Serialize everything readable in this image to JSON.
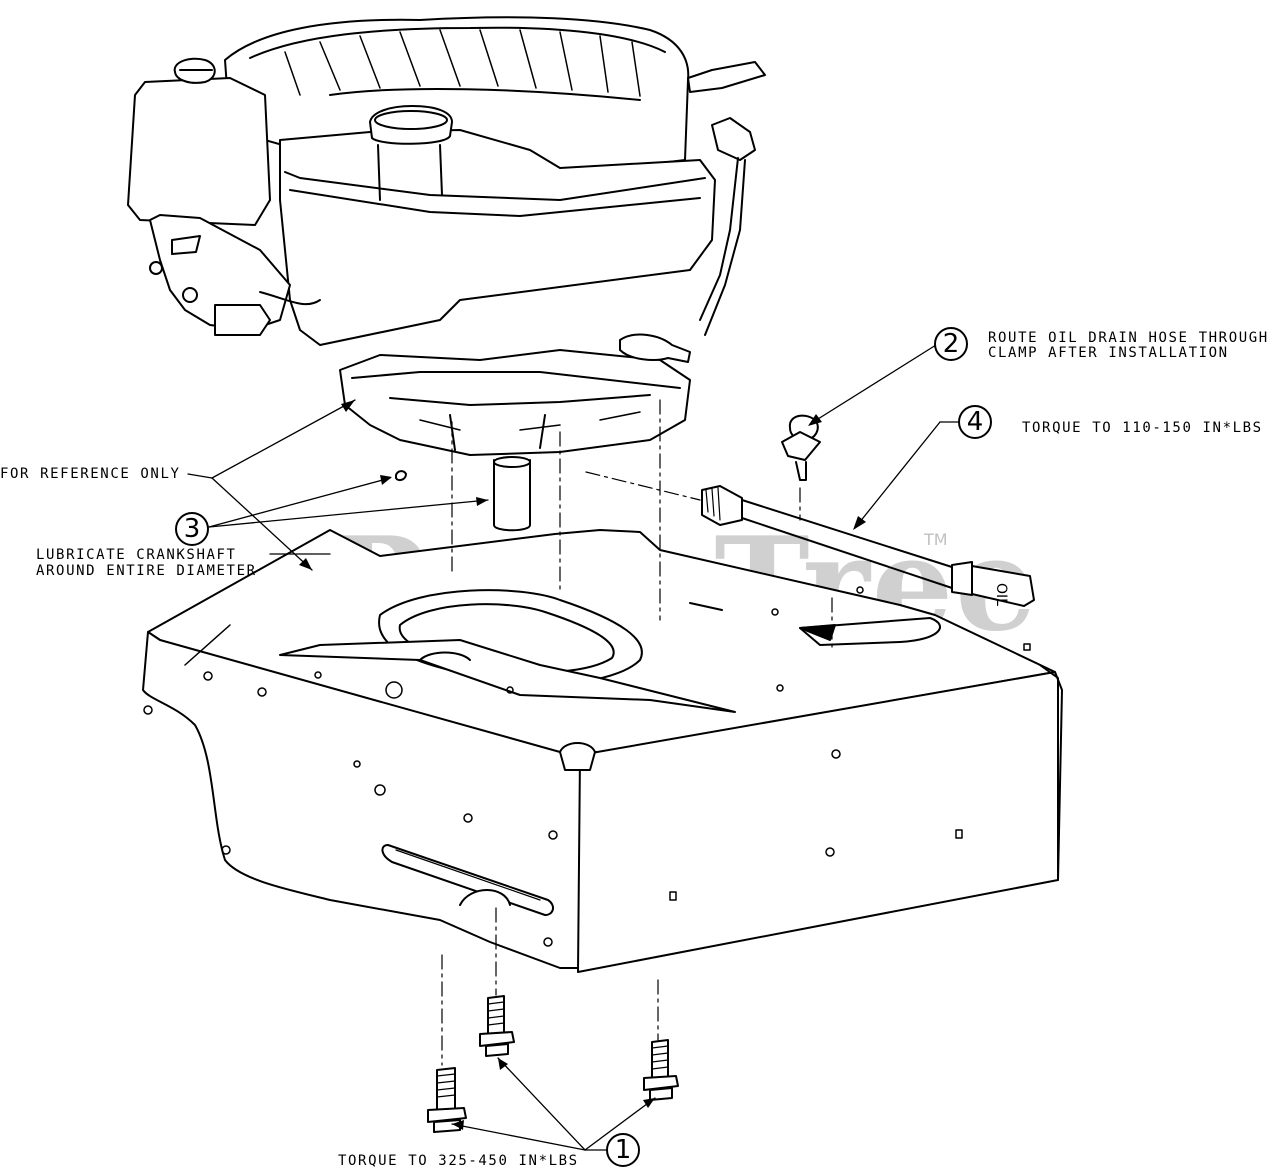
{
  "watermark": {
    "text": "PartsTree",
    "mark": "TM"
  },
  "callouts": [
    {
      "id": "1",
      "label": "1"
    },
    {
      "id": "2",
      "label": "2"
    },
    {
      "id": "3",
      "label": "3"
    },
    {
      "id": "4",
      "label": "4"
    }
  ],
  "notes": {
    "route_line1": "ROUTE OIL DRAIN HOSE THROUGH",
    "route_line2": "CLAMP AFTER INSTALLATION",
    "torque_hose": "TORQUE TO 110-150 IN*LBS",
    "reference": "FOR REFERENCE ONLY",
    "lubricate_line1": "LUBRICATE CRANKSHAFT",
    "lubricate_line2": "AROUND ENTIRE DIAMETER",
    "torque_bolts": "TORQUE TO 325-450 IN*LBS"
  },
  "hose_print": "OIL",
  "parts": [
    "engine",
    "engine-deck",
    "oil-drain-hose",
    "hose-clamp",
    "crankshaft",
    "flange-bolts"
  ]
}
